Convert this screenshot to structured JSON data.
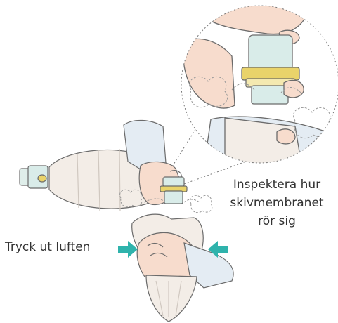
{
  "labels": {
    "inspect_line1": "Inspektera hur",
    "inspect_line2": "skivmembranet",
    "inspect_line3": "rör sig",
    "squeeze": "Tryck ut luften"
  },
  "colors": {
    "arrow": "#2fb3ac",
    "skin": "#f7dccd",
    "skin_shadow": "#e9bfa9",
    "sleeve": "#e4ecf3",
    "bag": "#f3ede7",
    "valve_body": "#d9ece9",
    "valve_yellow": "#e9d36a",
    "outline": "#6b6b6b"
  },
  "icons": [
    "arrow-right-icon",
    "arrow-left-icon",
    "zoom-circle-icon"
  ]
}
